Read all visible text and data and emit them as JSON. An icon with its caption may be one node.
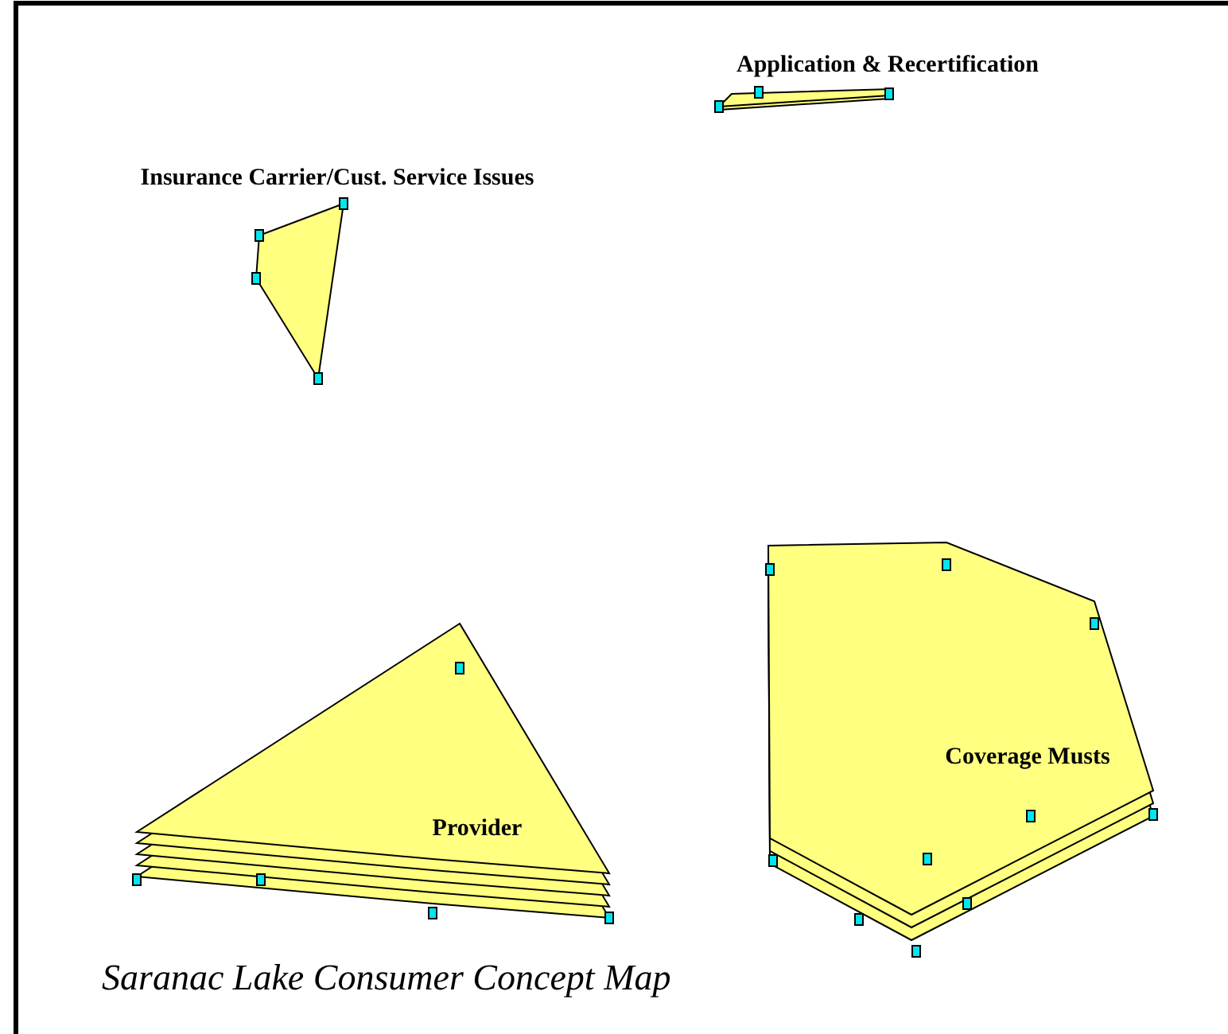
{
  "diagram": {
    "caption": "Saranac Lake Consumer Concept Map",
    "nodes": [
      {
        "text": [
          "Insurance Carrier/Cust. Service Issues"
        ]
      },
      {
        "text": [
          "Application & Recertification"
        ]
      },
      {
        "text": [
          "Provider"
        ]
      },
      {
        "text": [
          "Coverage Musts"
        ]
      }
    ]
  }
}
